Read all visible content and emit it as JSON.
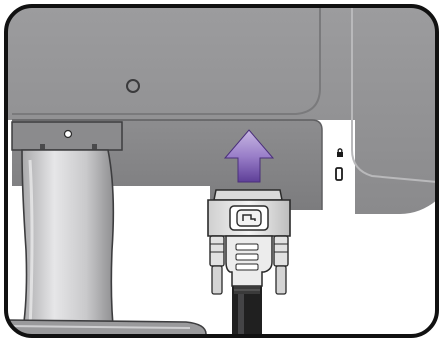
{
  "figure": {
    "subject": "monitor-back-dvi-cable-connection",
    "icons": [
      "monitor-back-panel",
      "monitor-stand",
      "kensington-lock-icon",
      "dvi-connector",
      "dvi-cable",
      "up-arrow-icon"
    ],
    "colors": {
      "frame": "#1a1a1a",
      "panel_light": "#a7a7a9",
      "panel_mid": "#939395",
      "panel_dark": "#6f6f71",
      "stand_light": "#d8d8da",
      "stand_dark": "#9c9c9e",
      "arrow_top": "#b9a6d8",
      "arrow_bottom": "#6b4ba3",
      "connector": "#e8e8e8",
      "cable": "#2a2a2a"
    }
  }
}
